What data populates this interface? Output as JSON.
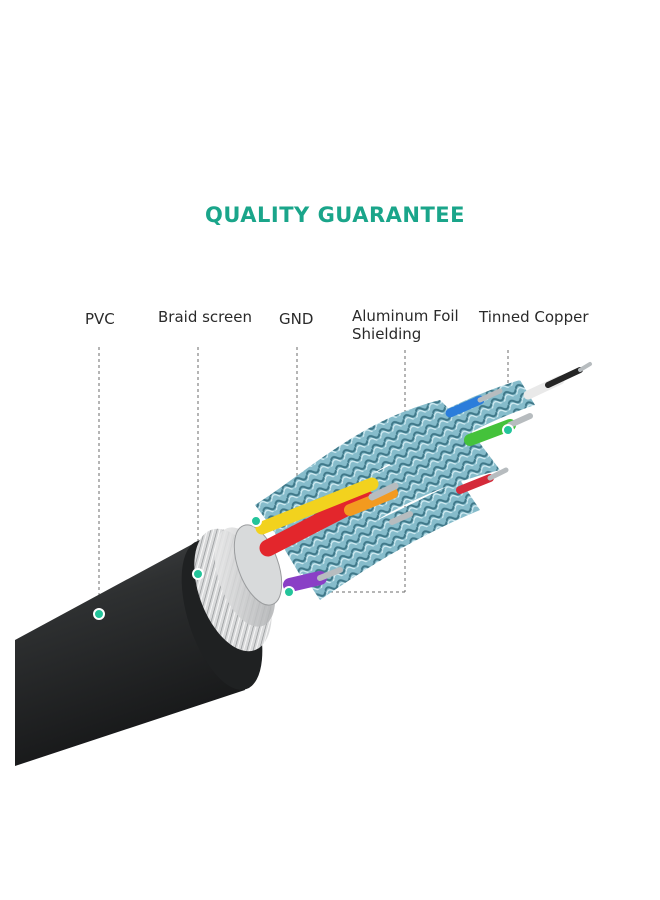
{
  "title": "QUALITY GUARANTEE",
  "labels": {
    "pvc": "PVC",
    "braid": "Braid screen",
    "gnd": "GND",
    "foil_line1": "Aluminum Foil",
    "foil_line2": "Shielding",
    "copper": "Tinned Copper"
  },
  "colors": {
    "accent": "#1aa58a",
    "jacket": "#2b2d2e",
    "shield_teal": "#7fb7c4",
    "callout_dot": "#23c49a"
  },
  "wires": [
    "red",
    "yellow",
    "orange",
    "green",
    "blue",
    "purple",
    "white"
  ]
}
